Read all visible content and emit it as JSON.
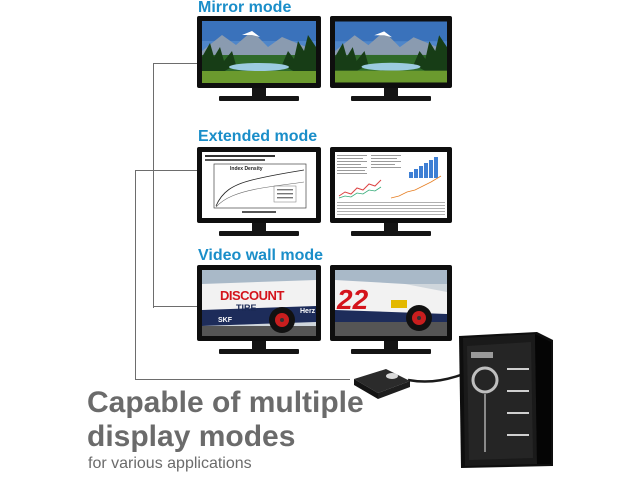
{
  "modes": [
    {
      "title": "Mirror mode"
    },
    {
      "title": "Extended mode"
    },
    {
      "title": "Video wall mode"
    }
  ],
  "headline": {
    "line1": "Capable of multiple",
    "line2": "display modes"
  },
  "tagline": "for various applications",
  "car_text": {
    "sponsor": "DISCOUNT",
    "tire": "TIRE",
    "number": "22",
    "side": "SKF",
    "side2": "Herz"
  },
  "chart_label": "Index Density",
  "colors": {
    "title_blue": "#1a8ec9",
    "headline_gray": "#6b6b6b",
    "connector_line": "#6d6d6d",
    "monitor": "#0e0e0e"
  },
  "icons": [
    "tower-pc-icon",
    "usb-adapter-icon",
    "monitor-icon"
  ]
}
